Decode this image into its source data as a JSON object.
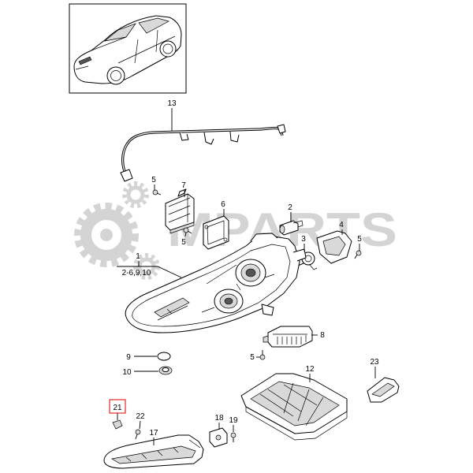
{
  "watermark": {
    "text": "MPARTS",
    "color": "#d4d4d4"
  },
  "colors": {
    "line": "#000000",
    "highlight": "#e00000",
    "background": "#ffffff"
  },
  "callouts": [
    "13",
    "5",
    "7",
    "6",
    "2",
    "4",
    "5",
    "5",
    "3",
    "1",
    "2-6,9,10",
    "8",
    "5",
    "9",
    "10",
    "12",
    "23",
    "21",
    "22",
    "18",
    "19",
    "17"
  ],
  "selected_callout": "21"
}
